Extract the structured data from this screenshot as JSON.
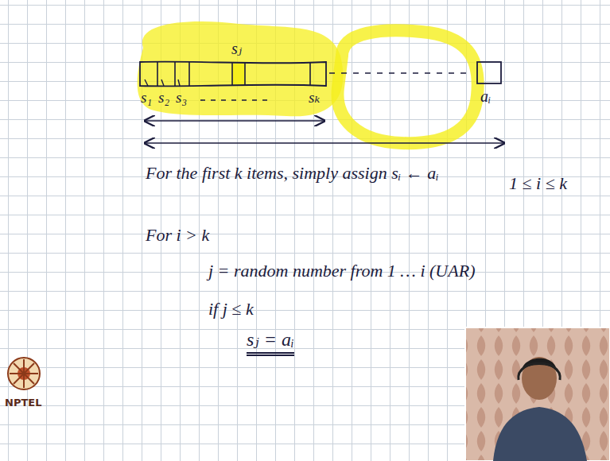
{
  "diagram": {
    "labels": [
      "sⱼ",
      "s₁",
      "s₂",
      "s₃",
      "sₖ",
      "aᵢ",
      "For the first k items, simply assign sᵢ ← aᵢ",
      "1 ≤ i ≤ k",
      "For i > k",
      "j = random number from 1 … i (UAR)",
      "if j ≤ k",
      "sⱼ = aᵢ",
      "NPTEL"
    ]
  }
}
